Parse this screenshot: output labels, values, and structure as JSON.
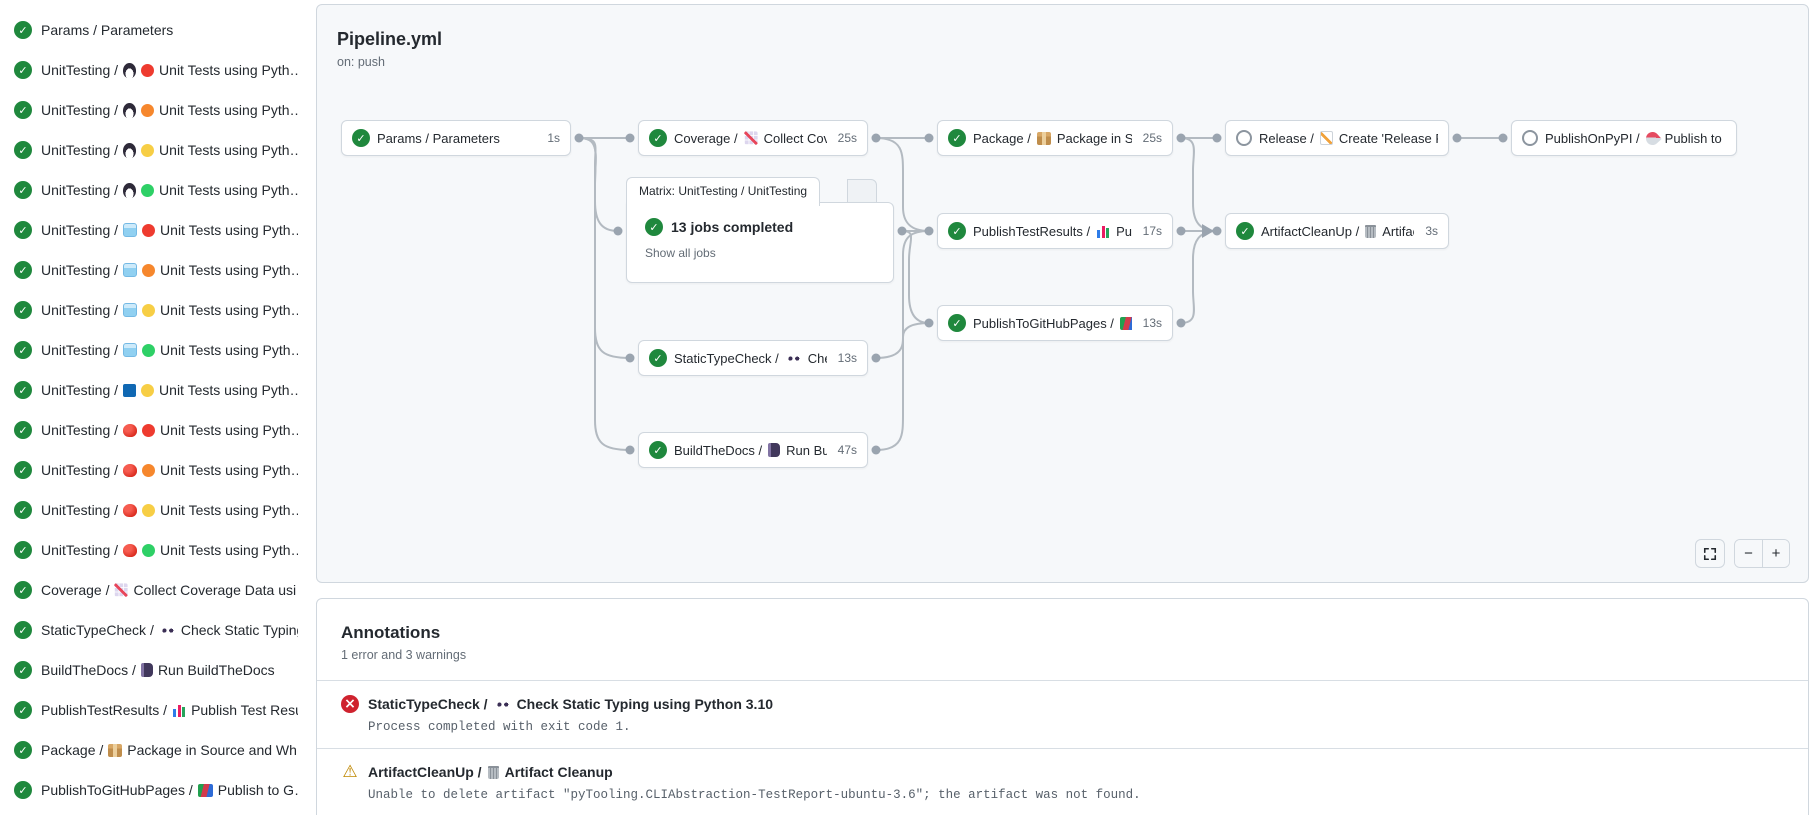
{
  "sidebar": {
    "items": [
      {
        "prefix": "Params / Parameters",
        "icons": [],
        "label": ""
      },
      {
        "prefix": "UnitTesting /",
        "icons": [
          "penguin-icon",
          "red-circle-icon"
        ],
        "label": "Unit Tests using Pyth…"
      },
      {
        "prefix": "UnitTesting /",
        "icons": [
          "penguin-icon",
          "orange-circle-icon"
        ],
        "label": "Unit Tests using Pyth…"
      },
      {
        "prefix": "UnitTesting /",
        "icons": [
          "penguin-icon",
          "yellow-circle-icon"
        ],
        "label": "Unit Tests using Pyth…"
      },
      {
        "prefix": "UnitTesting /",
        "icons": [
          "penguin-icon",
          "green-circle-icon"
        ],
        "label": "Unit Tests using Pyth…"
      },
      {
        "prefix": "UnitTesting /",
        "icons": [
          "ice-cube-icon",
          "red-circle-icon"
        ],
        "label": "Unit Tests using Pyth…"
      },
      {
        "prefix": "UnitTesting /",
        "icons": [
          "ice-cube-icon",
          "orange-circle-icon"
        ],
        "label": "Unit Tests using Pyth…"
      },
      {
        "prefix": "UnitTesting /",
        "icons": [
          "ice-cube-icon",
          "yellow-circle-icon"
        ],
        "label": "Unit Tests using Pyth…"
      },
      {
        "prefix": "UnitTesting /",
        "icons": [
          "ice-cube-icon",
          "green-circle-icon"
        ],
        "label": "Unit Tests using Pyth…"
      },
      {
        "prefix": "UnitTesting /",
        "icons": [
          "windows-icon",
          "yellow-circle-icon"
        ],
        "label": "Unit Tests using Pyth…"
      },
      {
        "prefix": "UnitTesting /",
        "icons": [
          "apple-icon",
          "red-circle-icon"
        ],
        "label": "Unit Tests using Pyth…"
      },
      {
        "prefix": "UnitTesting /",
        "icons": [
          "apple-icon",
          "orange-circle-icon"
        ],
        "label": "Unit Tests using Pyth…"
      },
      {
        "prefix": "UnitTesting /",
        "icons": [
          "apple-icon",
          "yellow-circle-icon"
        ],
        "label": "Unit Tests using Pyth…"
      },
      {
        "prefix": "UnitTesting /",
        "icons": [
          "apple-icon",
          "green-circle-icon"
        ],
        "label": "Unit Tests using Pyth…"
      },
      {
        "prefix": "Coverage /",
        "icons": [
          "chart-increasing-icon"
        ],
        "label": "Collect Coverage Data usi…"
      },
      {
        "prefix": "StaticTypeCheck /",
        "icons": [
          "eyes-icon"
        ],
        "label": "Check Static Typing…"
      },
      {
        "prefix": "BuildTheDocs /",
        "icons": [
          "notebook-icon"
        ],
        "label": "Run BuildTheDocs"
      },
      {
        "prefix": "PublishTestResults /",
        "icons": [
          "bar-chart-icon"
        ],
        "label": "Publish Test Resu…"
      },
      {
        "prefix": "Package /",
        "icons": [
          "package-icon"
        ],
        "label": "Package in Source and Wh…"
      },
      {
        "prefix": "PublishToGitHubPages /",
        "icons": [
          "books-icon"
        ],
        "label": "Publish to G…"
      }
    ]
  },
  "graph": {
    "title": "Pipeline.yml",
    "trigger": "on: push",
    "nodes": {
      "params": {
        "prefix": "Params / Parameters",
        "suffix": "",
        "duration": "1s",
        "status": "success"
      },
      "coverage": {
        "prefix": "Coverage /",
        "icon": "chart-increasing-icon",
        "suffix": "Collect Cove…",
        "duration": "25s",
        "status": "success"
      },
      "package": {
        "prefix": "Package /",
        "icon": "package-icon",
        "suffix": "Package in So…",
        "duration": "25s",
        "status": "success"
      },
      "release": {
        "prefix": "Release /",
        "icon": "memo-icon",
        "suffix": "Create 'Release P…",
        "duration": "",
        "status": "skipped"
      },
      "publish_on_pypi": {
        "prefix": "PublishOnPyPI /",
        "icon": "rocket-icon",
        "suffix": "Publish to …",
        "duration": "",
        "status": "skipped"
      },
      "publish_test_results": {
        "prefix": "PublishTestResults /",
        "icon": "bar-chart-icon",
        "suffix": "Pu…",
        "duration": "17s",
        "status": "success"
      },
      "artifact_cleanup": {
        "prefix": "ArtifactCleanUp /",
        "icon": "wastebasket-icon",
        "suffix": "Artifac…",
        "duration": "3s",
        "status": "success"
      },
      "publish_to_ghpages": {
        "prefix": "PublishToGitHubPages /",
        "icon": "books-icon",
        "suffix": "…",
        "duration": "13s",
        "status": "success"
      },
      "static_type_check": {
        "prefix": "StaticTypeCheck /",
        "icon": "eyes-icon",
        "suffix": "Chec…",
        "duration": "13s",
        "status": "success"
      },
      "build_the_docs": {
        "prefix": "BuildTheDocs /",
        "icon": "notebook-icon",
        "suffix": "Run Buil…",
        "duration": "47s",
        "status": "success"
      }
    },
    "matrix": {
      "tab": "Matrix: UnitTesting / UnitTesting",
      "summary": "13 jobs completed",
      "link": "Show all jobs"
    },
    "controls": {
      "zoom_out": "−",
      "zoom_in": "+",
      "fullscreen": "fullscreen-icon"
    }
  },
  "annotations": {
    "title": "Annotations",
    "summary": "1 error and 3 warnings",
    "items": [
      {
        "severity": "error",
        "icon": "x-circle-icon",
        "job": "StaticTypeCheck /",
        "job_icon": "eyes-icon",
        "step": "Check Static Typing using Python 3.10",
        "detail": "Process completed with exit code 1."
      },
      {
        "severity": "warning",
        "icon": "warning-triangle-icon",
        "job": "ArtifactCleanUp /",
        "job_icon": "wastebasket-icon",
        "step": "Artifact Cleanup",
        "detail": "Unable to delete artifact \"pyTooling.CLIAbstraction-TestReport-ubuntu-3.6\"; the artifact was not found."
      }
    ]
  },
  "colors": {
    "success_green": "#1f883d",
    "error_red": "#cf222e",
    "warning_amber": "#bf8700",
    "edge_gray": "#b3bac1",
    "border_gray": "#d0d7de",
    "canvas_bg": "#f6f8fa"
  }
}
